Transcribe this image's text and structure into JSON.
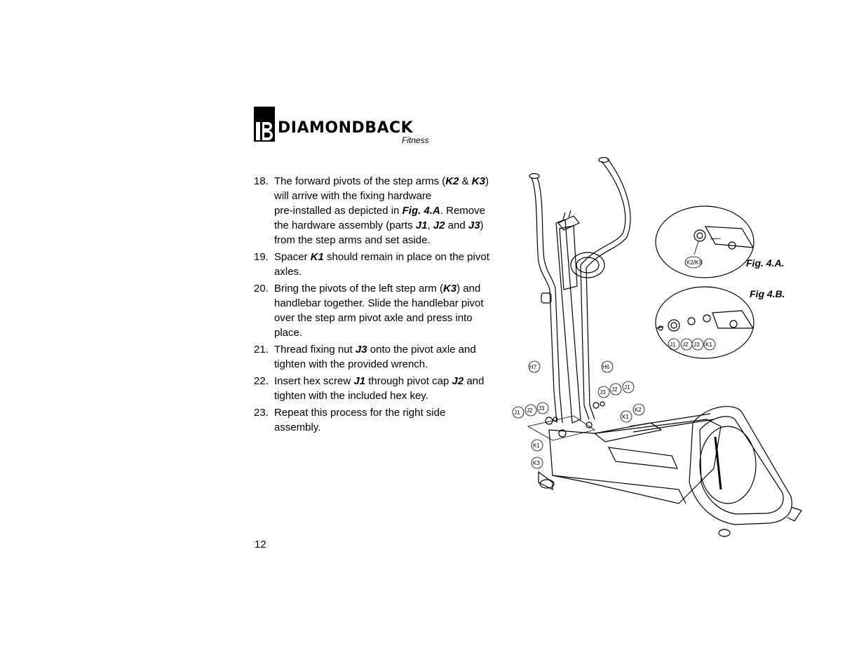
{
  "logo": {
    "brand": "DIAMONDBACK",
    "sub": "Fitness"
  },
  "steps": [
    {
      "num": "18.",
      "t1": "The forward pivots of the step arms (",
      "b1": "K2",
      "t2": " & ",
      "b2": "K3",
      "t3": ")",
      "t4": "will arrive with the fixing hardware",
      "t5": "pre-installed as depicted in ",
      "b3": "Fig. 4.A",
      "t6": ". Remove",
      "t7": "the hardware assembly (parts ",
      "b4": "J1",
      "t8": ", ",
      "b5": "J2",
      "t9": " and ",
      "b6": "J3",
      "t10": ")",
      "t11": "from the step arms and set aside."
    },
    {
      "num": "19.",
      "t1": "Spacer ",
      "b1": "K1",
      "t2": " should remain in place on the pivot",
      "t3": "axles."
    },
    {
      "num": "20.",
      "t1": "Bring the pivots of the left step arm (",
      "b1": "K3",
      "t2": ") and",
      "t3": "handlebar together. Slide the handlebar pivot",
      "t4": "over the step arm pivot axle and press into",
      "t5": "place."
    },
    {
      "num": "21.",
      "t1": " Thread fixing nut ",
      "b1": "J3",
      "t2": " onto the pivot axle and",
      "t3": "tighten with the provided wrench."
    },
    {
      "num": "22.",
      "t1": "Insert hex screw ",
      "b1": "J1",
      "t2": " through pivot cap ",
      "b2": "J2",
      "t3": " and",
      "t4": "tighten with the included hex key."
    },
    {
      "num": "23.",
      "t1": "Repeat this process for the right side",
      "t2": "assembly."
    }
  ],
  "figure": {
    "fig_a_label": "Fig. 4.A.",
    "fig_b_label": "Fig 4.B.",
    "callouts": [
      "K2/K3",
      "J1",
      "J2",
      "J3",
      "K1",
      "H7",
      "H6",
      "J3",
      "J2",
      "J1",
      "K2",
      "K1",
      "J1",
      "J2",
      "J3",
      "K1",
      "K3"
    ]
  },
  "page_number": "12"
}
